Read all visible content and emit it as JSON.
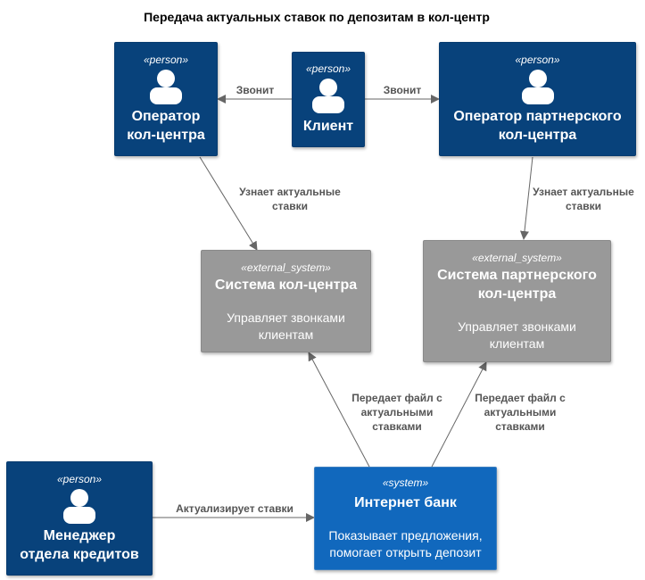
{
  "diagram": {
    "title": "Передача актуальных ставок по депозитам в кол-центр",
    "nodes": {
      "operator": {
        "stereotype": "«person»",
        "name_line1": "Оператор",
        "name_line2": "кол-центра",
        "icon": "person-icon"
      },
      "client": {
        "stereotype": "«person»",
        "name": "Клиент",
        "icon": "person-icon"
      },
      "partner_operator": {
        "stereotype": "«person»",
        "name_line1": "Оператор партнерского",
        "name_line2": "кол-центра",
        "icon": "person-icon"
      },
      "callcenter_system": {
        "stereotype": "«external_system»",
        "name": "Система кол-центра",
        "desc_line1": "Управляет звонками",
        "desc_line2": "клиентам"
      },
      "partner_system": {
        "stereotype": "«external_system»",
        "name_line1": "Система партнерского",
        "name_line2": "кол-центра",
        "desc_line1": "Управляет звонками",
        "desc_line2": "клиентам"
      },
      "manager": {
        "stereotype": "«person»",
        "name_line1": "Менеджер",
        "name_line2": "отдела кредитов",
        "icon": "person-icon"
      },
      "internet_bank": {
        "stereotype": "«system»",
        "name": "Интернет банк",
        "desc_line1": "Показывает предложения,",
        "desc_line2": "помогает открыть депозит"
      }
    },
    "edges": {
      "client_to_operator": "Звонит",
      "client_to_partner": "Звонит",
      "operator_to_system": {
        "line1": "Узнает актуальные",
        "line2": "ставки"
      },
      "partner_to_system": {
        "line1": "Узнает актуальные",
        "line2": "ставки"
      },
      "bank_to_callcenter": {
        "line1": "Передает файл с",
        "line2": "актуальными",
        "line3": "ставками"
      },
      "bank_to_partner": {
        "line1": "Передает файл с",
        "line2": "актуальными",
        "line3": "ставками"
      },
      "manager_to_bank": "Актуализирует ставки"
    },
    "colors": {
      "person": "#08427b",
      "external_system": "#999999",
      "system": "#1168bd",
      "edge": "#666666"
    }
  }
}
